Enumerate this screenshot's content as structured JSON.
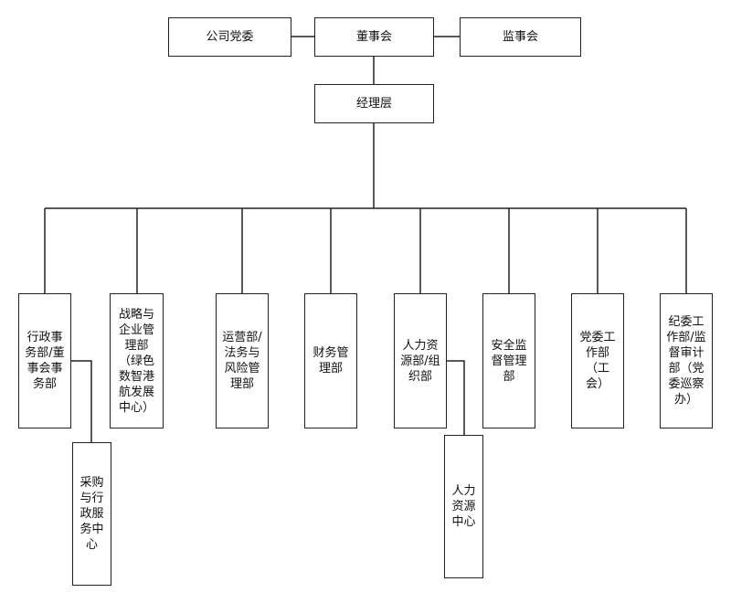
{
  "chart": {
    "top": {
      "party": "公司党委",
      "board": "董事会",
      "supervisory": "监事会"
    },
    "management": "经理层",
    "departments": [
      "行政事务部/董事会事务部",
      "战略与企业管理部（绿色数智港航发展中心）",
      "运营部/法务与风险管理部",
      "财务管理部",
      "人力资源部/组织部",
      "安全监督管理部",
      "党委工作部（工会）",
      "纪委工作部/监督审计部（党委巡察办）"
    ],
    "sub_units": {
      "procurement": "采购与行政服务中心",
      "hr_center": "人力资源中心"
    }
  }
}
